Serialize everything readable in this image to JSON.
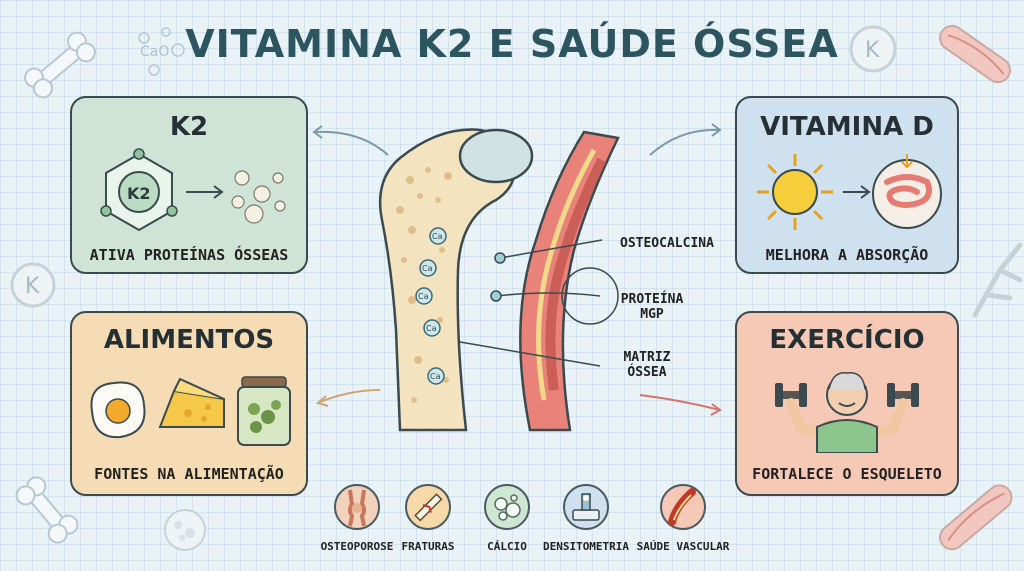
{
  "title": "VITAMINA K2 E SAÚDE ÓSSEA",
  "cards": {
    "k2": {
      "title": "K2",
      "badge": "K2",
      "caption": "ATIVA PROTEÍNAS ÓSSEAS",
      "color": "#cfe4d6"
    },
    "vitamina_d": {
      "title": "VITAMINA D",
      "caption": "MELHORA A ABSORÇÃO",
      "color": "#cfe1ee"
    },
    "alimentos": {
      "title": "ALIMENTOS",
      "caption": "FONTES NA ALIMENTAÇÃO",
      "color": "#f6dcb4"
    },
    "exercicio": {
      "title": "EXERCÍCIO",
      "caption": "FORTALECE O ESQUELETO",
      "color": "#f6c9b6"
    }
  },
  "labels": {
    "osteocalcina": "OSTEOCALCINA",
    "proteina_mgp_1": "PROTEÍNA",
    "proteina_mgp_2": "MGP",
    "matriz_1": "MATRIZ",
    "matriz_2": "ÓSSEA"
  },
  "bone_marks": [
    "Ca",
    "Ca",
    "Ca",
    "Ca",
    "Ca"
  ],
  "decor": {
    "top_left_molecule": "CaO",
    "corner_badge": "K"
  },
  "bottom_icons": [
    {
      "label": "OSTEOPOROSE",
      "icon": "knee-joint-icon",
      "color": "#f3d2bd"
    },
    {
      "label": "FRATURAS",
      "icon": "fractured-bone-icon",
      "color": "#f6d9a9"
    },
    {
      "label": "CÁLCIO",
      "icon": "calcium-crystals-icon",
      "color": "#cfe7d2"
    },
    {
      "label": "DENSITOMETRIA",
      "icon": "bone-scanner-icon",
      "color": "#cfe1ee"
    },
    {
      "label": "SAÚDE VASCULAR",
      "icon": "blood-vessel-icon",
      "color": "#f6c9b6"
    }
  ]
}
